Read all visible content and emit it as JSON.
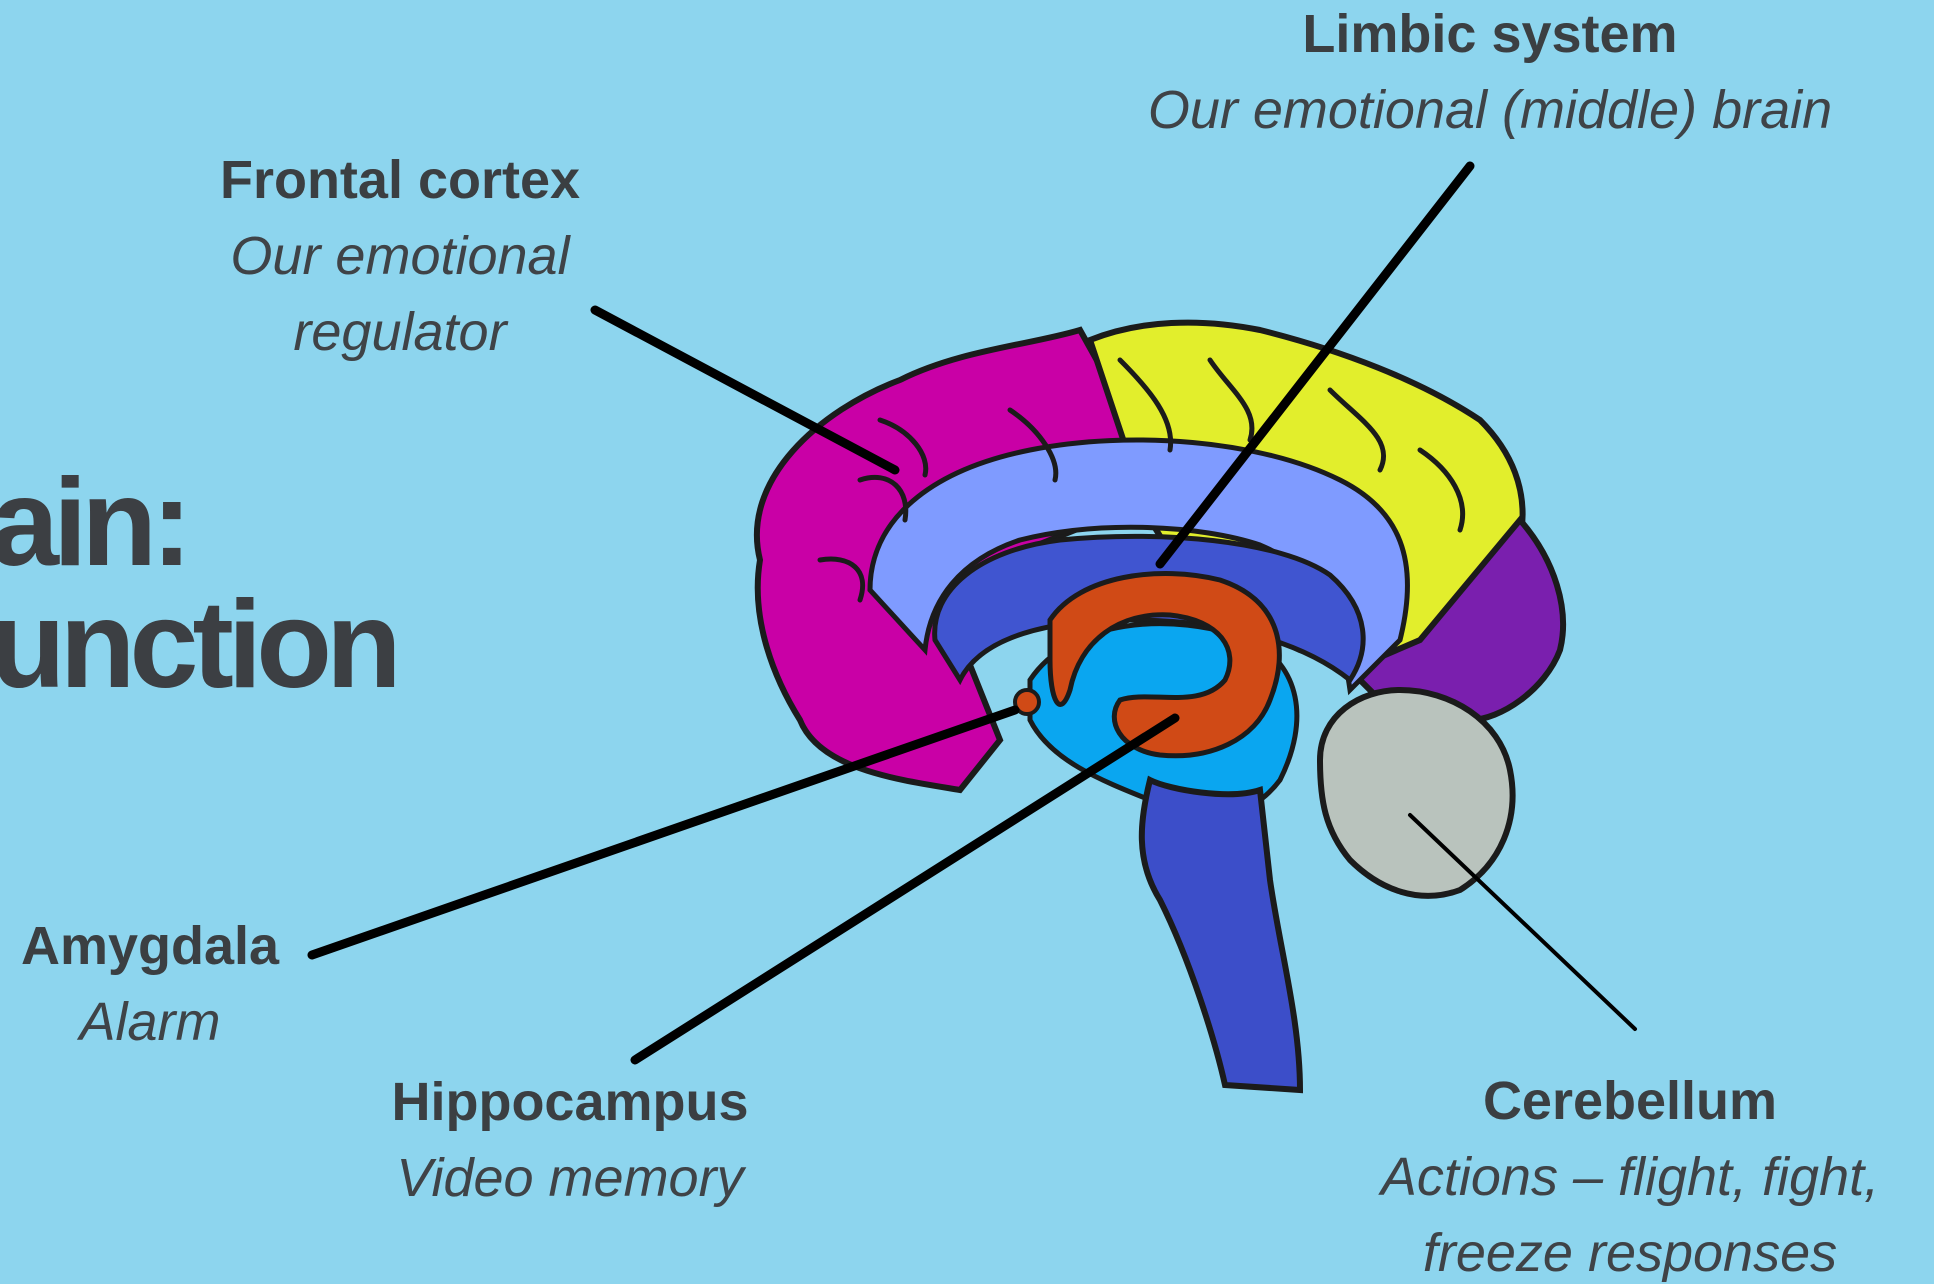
{
  "title": {
    "line1": "ain:",
    "line2": "unction"
  },
  "labels": {
    "limbic": {
      "name": "Limbic system",
      "desc": "Our emotional (middle) brain"
    },
    "frontal": {
      "name": "Frontal cortex",
      "desc_line1": "Our emotional",
      "desc_line2": "regulator"
    },
    "amygdala": {
      "name": "Amygdala",
      "desc": "Alarm"
    },
    "hippocampus": {
      "name": "Hippocampus",
      "desc": "Video memory"
    },
    "cerebellum": {
      "name": "Cerebellum",
      "desc_line1": "Actions – flight, fight,",
      "desc_line2": "freeze responses"
    }
  },
  "colors": {
    "background": "#8dd5ee",
    "frontal": "#c900a6",
    "parietal": "#e2ee2c",
    "occipital": "#7a1fae",
    "cingulate": "#7f9bff",
    "corpus": "#4055d0",
    "limbic": "#d04a16",
    "thalamus": "#0aa6f0",
    "brainstem": "#3c4ec9",
    "cerebellum": "#b9c3bd"
  }
}
